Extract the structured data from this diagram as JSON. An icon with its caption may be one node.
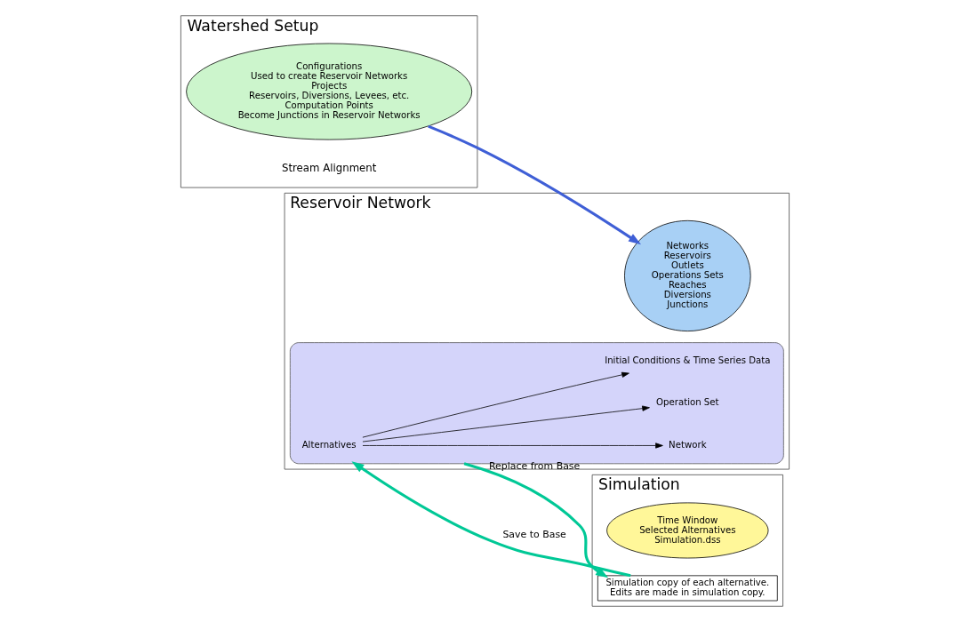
{
  "diagram": {
    "nodes": [
      {
        "text": [
          "Watershed Setup"
        ]
      },
      {
        "text": [
          "Configurations",
          "Used to create Reservoir Networks",
          "Projects",
          "Reservoirs, Diversions, Levees, etc.",
          "Computation Points",
          "Become Junctions in Reservoir Networks"
        ],
        "in": 0
      },
      {
        "text": [
          "Reservoir Network"
        ]
      },
      {
        "text": [
          "Networks",
          "Reservoirs",
          "Outlets",
          "Operations Sets",
          "Reaches",
          "Diversions",
          "Junctions"
        ],
        "in": 2
      },
      {
        "text": [],
        "shape": "cloud",
        "in": 2
      },
      {
        "text": [
          "Alternatives"
        ],
        "in": 4
      },
      {
        "text": [
          "Network"
        ],
        "in": 4
      },
      {
        "text": [
          "Operation Set"
        ],
        "in": 4
      },
      {
        "text": [
          "Initial Conditions & Time Series Data"
        ],
        "in": 4
      },
      {
        "text": [
          "Simulation"
        ]
      },
      {
        "text": [
          "Time Window",
          "Selected Alternatives",
          "Simulation.dss"
        ],
        "in": 9
      },
      {
        "text": [
          "Simulation copy of each alternative.",
          "Edits are made in simulation copy."
        ],
        "in": 9
      }
    ],
    "edges": [
      {
        "from": 1,
        "to": 3,
        "arrow": "to",
        "style": "thick",
        "color": "#3f5fd6"
      },
      {
        "from": 4,
        "to": 11,
        "arrow": "to",
        "label": "Replace from Base",
        "style": "thick",
        "color": "#00c896"
      },
      {
        "from": 11,
        "to": 4,
        "arrow": "to",
        "label": "Save to Base",
        "style": "thick",
        "color": "#00c896"
      },
      {
        "from": 5,
        "to": 6,
        "arrow": "to"
      },
      {
        "from": 5,
        "to": 7,
        "arrow": "to"
      },
      {
        "from": 5,
        "to": 8,
        "arrow": "to"
      }
    ],
    "labels": [
      "Stream Alignment"
    ]
  }
}
